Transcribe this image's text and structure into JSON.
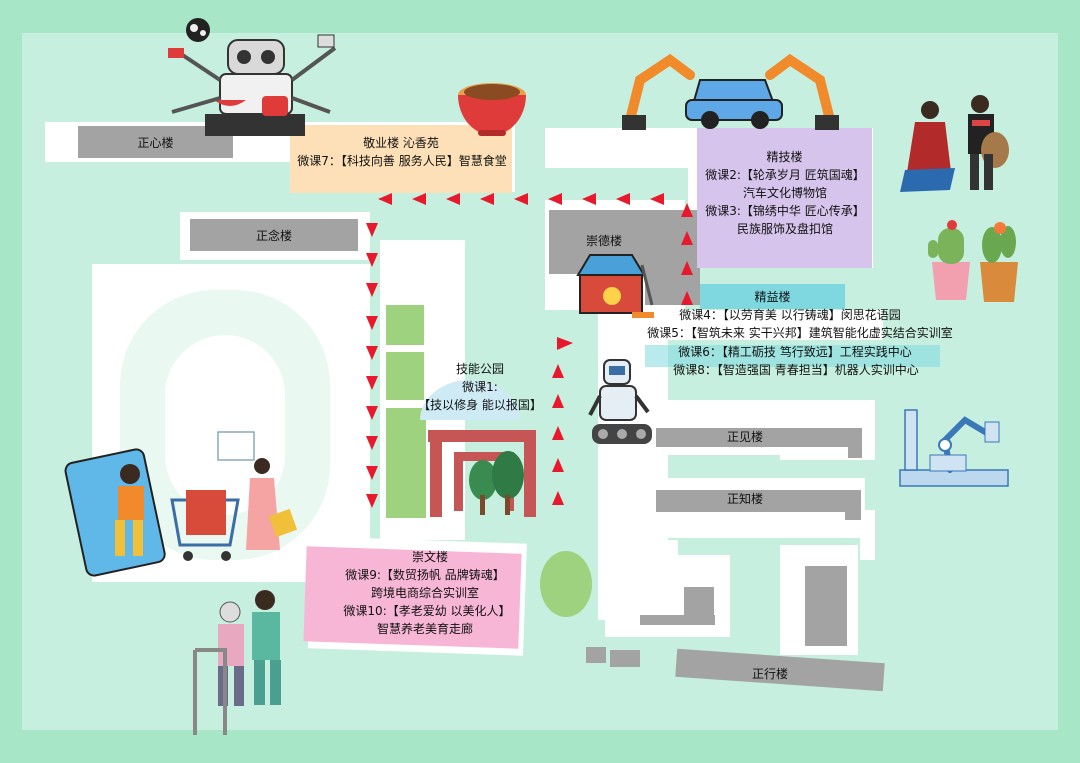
{
  "colors": {
    "background": "#a8e6c8",
    "campus": "#c6efdf",
    "building_gray": "#a3a3a3",
    "orange_zone": "#fde0b8",
    "purple_zone": "#d6c4ec",
    "cyan_zone": "#7fd8e0",
    "pink_zone": "#f8b6d6",
    "arrow_red": "#e8192c",
    "park_red": "#c65656",
    "green_block": "#9ed27f"
  },
  "buildings": {
    "zhengxin": "正心楼",
    "zhengnian": "正念楼",
    "chongde": "崇德楼",
    "zhengjian": "正见楼",
    "zhengzhi": "正知楼",
    "zhengxing": "正行楼"
  },
  "zones": {
    "jingye": {
      "title": "敬业楼 沁香苑",
      "course": "微课7：【科技向善 服务人民】智慧食堂"
    },
    "jingji": {
      "title": "精技楼",
      "lines": [
        "微课2:【轮承岁月 匠筑国魂】",
        "汽车文化博物馆",
        "微课3:【锦绣中华 匠心传承】",
        "民族服饰及盘扣馆"
      ]
    },
    "jingyi": {
      "title": "精益楼",
      "lines": [
        "微课4：【以劳育美 以行铸魂】闵思花语园",
        "微课5：【智筑未来 实干兴邦】建筑智能化虚实结合实训室",
        "微课6：【精工砺技 笃行致远】工程实践中心",
        "微课8：【智造强国 青春担当】机器人实训中心"
      ]
    },
    "park": {
      "title": "技能公园",
      "lines": [
        "微课1:",
        "【技以修身 能以报国】"
      ]
    },
    "chongwen": {
      "title": "崇文楼",
      "lines": [
        "微课9:【数贸扬帆 品牌铸魂】",
        "跨境电商综合实训室",
        "微课10:【孝老爱幼 以美化人】",
        "智慧养老美育走廊"
      ]
    }
  },
  "icons": {
    "chef_robot": "chef-robot-icon",
    "noodle_bowl": "noodle-bowl-icon",
    "car_robot_arms": "car-assembly-icon",
    "dancers": "ethnic-dancers-icon",
    "cactus": "potted-cactus-icon",
    "toolbox": "toolbox-icon",
    "robot": "robot-icon",
    "robot_arm_lab": "robot-arm-lab-icon",
    "shopping": "online-shopping-icon",
    "elderly_care": "elderly-care-icon",
    "park_gate": "park-gate-icon"
  }
}
